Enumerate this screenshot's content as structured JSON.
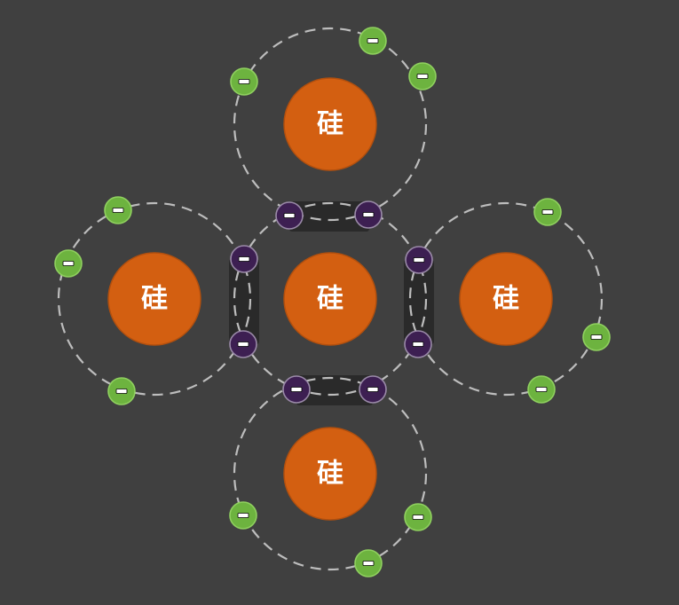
{
  "atoms": [
    {
      "id": "top",
      "label": "硅"
    },
    {
      "id": "left",
      "label": "硅"
    },
    {
      "id": "center",
      "label": "硅"
    },
    {
      "id": "right",
      "label": "硅"
    },
    {
      "id": "bottom",
      "label": "硅"
    }
  ],
  "colors": {
    "background": "#404040",
    "nucleus": "#d35f11",
    "nucleus_stroke": "#b14f0e",
    "free_electron": "#6db33f",
    "free_electron_stroke": "#8fd05f",
    "bond_electron": "#3d1f52",
    "bond_electron_stroke": "#9a8aa8",
    "orbit": "#bdbdbd",
    "bond_band": "#2a2a2a"
  },
  "electron_types": {
    "free": "valence-electron",
    "shared": "covalent-bond-electron"
  }
}
